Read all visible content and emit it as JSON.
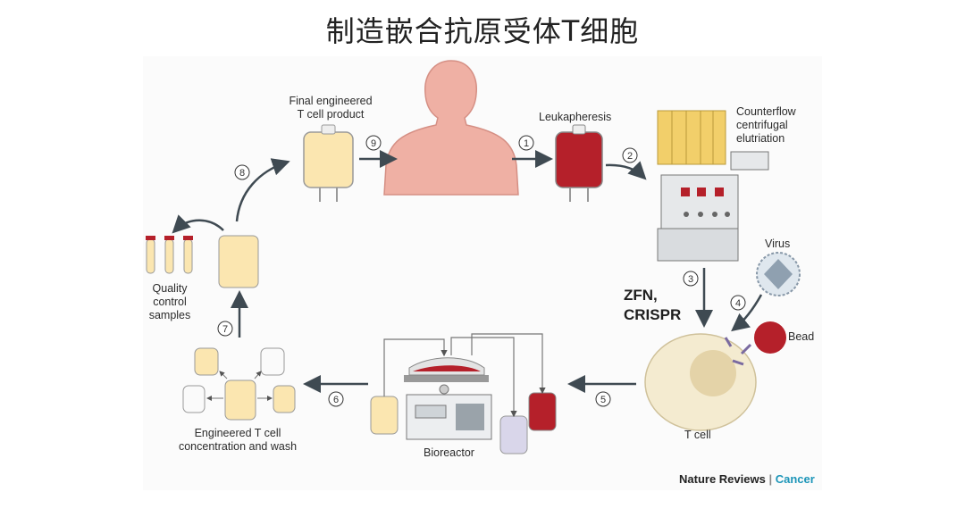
{
  "title": "制造嵌合抗原受体T细胞",
  "labels": {
    "final_product": [
      "Final engineered",
      "T cell product"
    ],
    "leukapheresis": "Leukapheresis",
    "counterflow": [
      "Counterflow",
      "centrifugal",
      "elutriation"
    ],
    "virus": "Virus",
    "zfn_crispr": [
      "ZFN,",
      "CRISPR"
    ],
    "bead": "Bead",
    "t_cell": "T cell",
    "bioreactor": "Bioreactor",
    "concentration": [
      "Engineered T cell",
      "concentration and wash"
    ],
    "quality": [
      "Quality",
      "control",
      "samples"
    ]
  },
  "steps": [
    "1",
    "2",
    "3",
    "4",
    "5",
    "6",
    "7",
    "8",
    "9"
  ],
  "credit": {
    "journal": "Nature Reviews",
    "separator": "|",
    "subject": "Cancer"
  },
  "colors": {
    "blood": "#b5202a",
    "product": "#fbe6b0",
    "skin": "#efb0a4",
    "arrow": "#3f4a52",
    "cancer": "#1c95b8"
  }
}
